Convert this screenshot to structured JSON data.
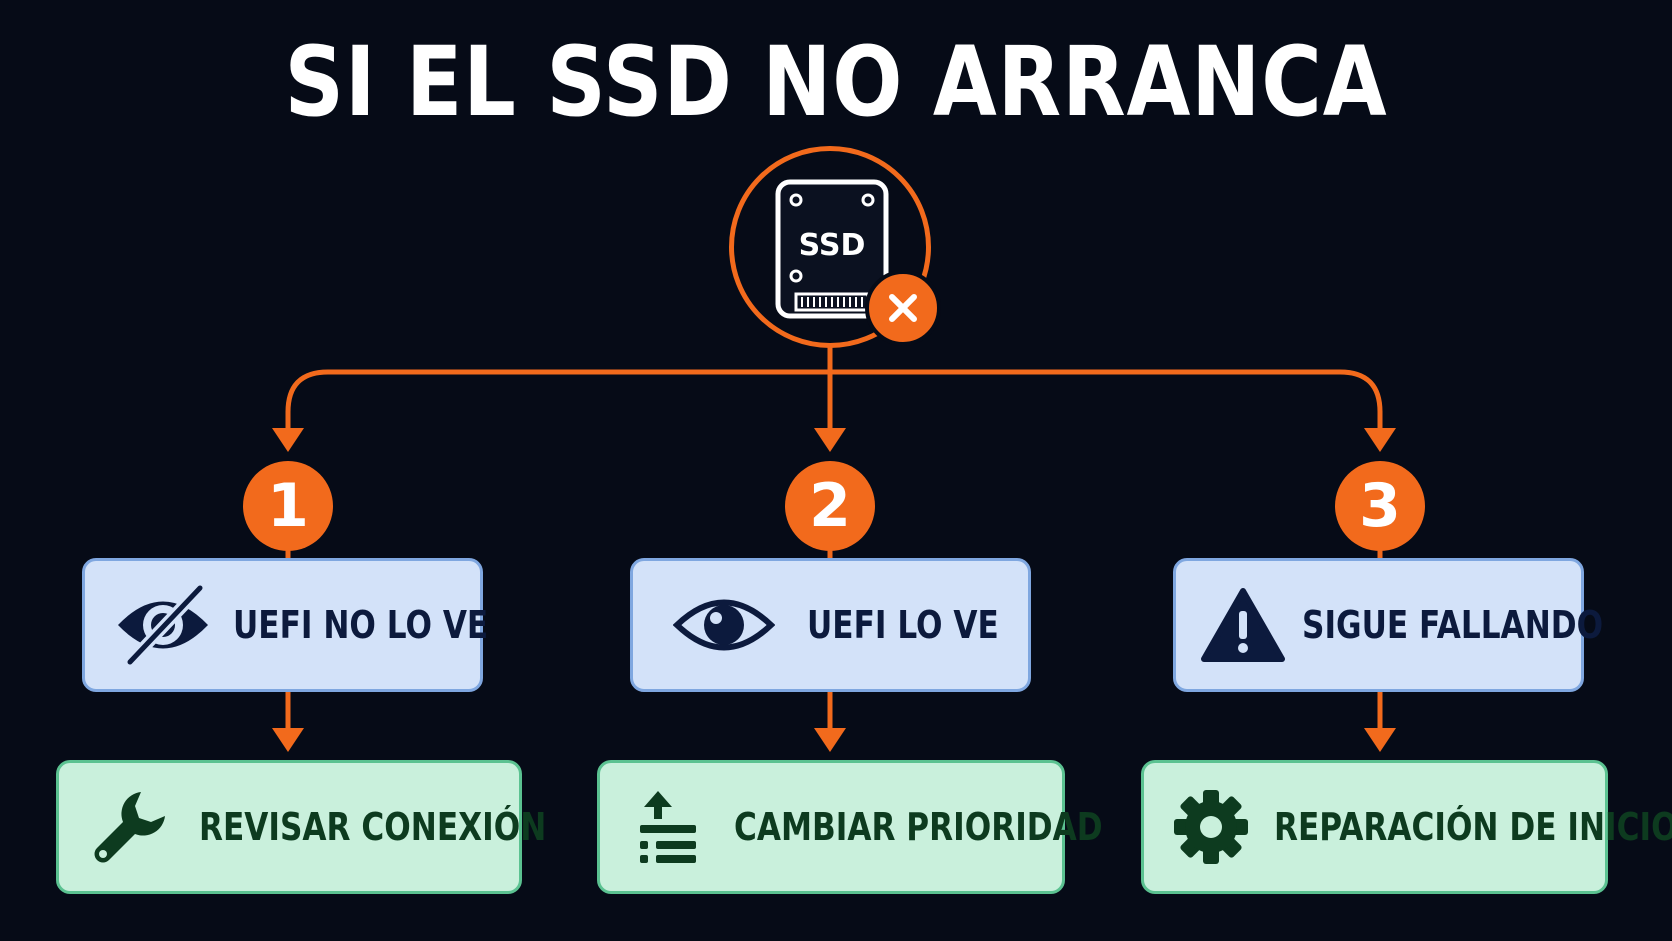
{
  "title": "SI EL SSD NO ARRANCA",
  "root": {
    "label": "SSD",
    "icon": "ssd-drive-icon",
    "status_icon": "error-x-icon"
  },
  "colors": {
    "background": "#060b17",
    "accent": "#f26a1c",
    "state_box_fill": "#d3e2f9",
    "state_box_border": "#7fa7e0",
    "action_box_fill": "#c9f0dc",
    "action_box_border": "#5bc291"
  },
  "branches": [
    {
      "number": "1",
      "state": {
        "label": "UEFI NO LO VE",
        "icon": "eye-slash-icon"
      },
      "action": {
        "label": "REVISAR CONEXIÓN",
        "icon": "wrench-icon"
      }
    },
    {
      "number": "2",
      "state": {
        "label": "UEFI LO VE",
        "icon": "eye-icon"
      },
      "action": {
        "label": "CAMBIAR PRIORIDAD",
        "icon": "priority-list-icon"
      }
    },
    {
      "number": "3",
      "state": {
        "label": "SIGUE FALLANDO",
        "icon": "warning-icon"
      },
      "action": {
        "label": "REPARACIÓN DE INICIO",
        "icon": "gear-icon"
      }
    }
  ]
}
